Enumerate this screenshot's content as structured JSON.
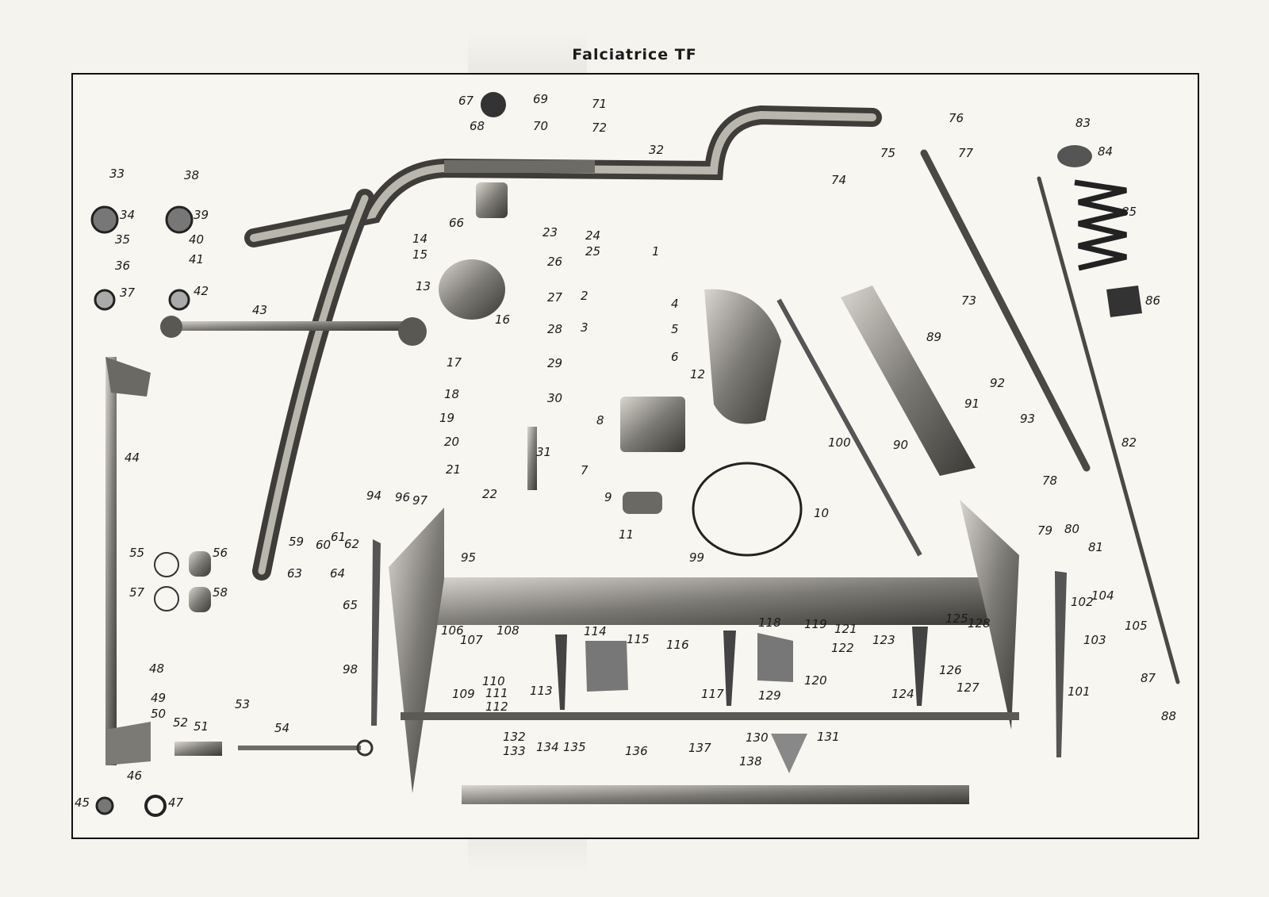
{
  "title": "Falciatrice TF",
  "labels": [
    "1",
    "2",
    "3",
    "4",
    "5",
    "6",
    "7",
    "8",
    "9",
    "10",
    "11",
    "12",
    "13",
    "14",
    "15",
    "16",
    "17",
    "18",
    "19",
    "20",
    "21",
    "22",
    "23",
    "24",
    "25",
    "26",
    "27",
    "28",
    "29",
    "30",
    "31",
    "32",
    "33",
    "34",
    "35",
    "36",
    "37",
    "38",
    "39",
    "40",
    "41",
    "42",
    "43",
    "44",
    "45",
    "46",
    "47",
    "48",
    "49",
    "50",
    "51",
    "52",
    "53",
    "54",
    "55",
    "56",
    "57",
    "58",
    "59",
    "60",
    "61",
    "62",
    "63",
    "64",
    "65",
    "66",
    "67",
    "68",
    "69",
    "70",
    "71",
    "72",
    "73",
    "74",
    "75",
    "76",
    "77",
    "78",
    "79",
    "80",
    "81",
    "82",
    "83",
    "84",
    "85",
    "86",
    "87",
    "88",
    "89",
    "90",
    "91",
    "92",
    "93",
    "94",
    "95",
    "96",
    "97",
    "98",
    "99",
    "100",
    "101",
    "102",
    "103",
    "104",
    "105",
    "106",
    "107",
    "108",
    "109",
    "110",
    "111",
    "112",
    "113",
    "114",
    "115",
    "116",
    "117",
    "118",
    "119",
    "120",
    "121",
    "122",
    "123",
    "124",
    "125",
    "126",
    "127",
    "128",
    "129",
    "130",
    "131",
    "132",
    "133",
    "134",
    "135",
    "136",
    "137",
    "138"
  ]
}
